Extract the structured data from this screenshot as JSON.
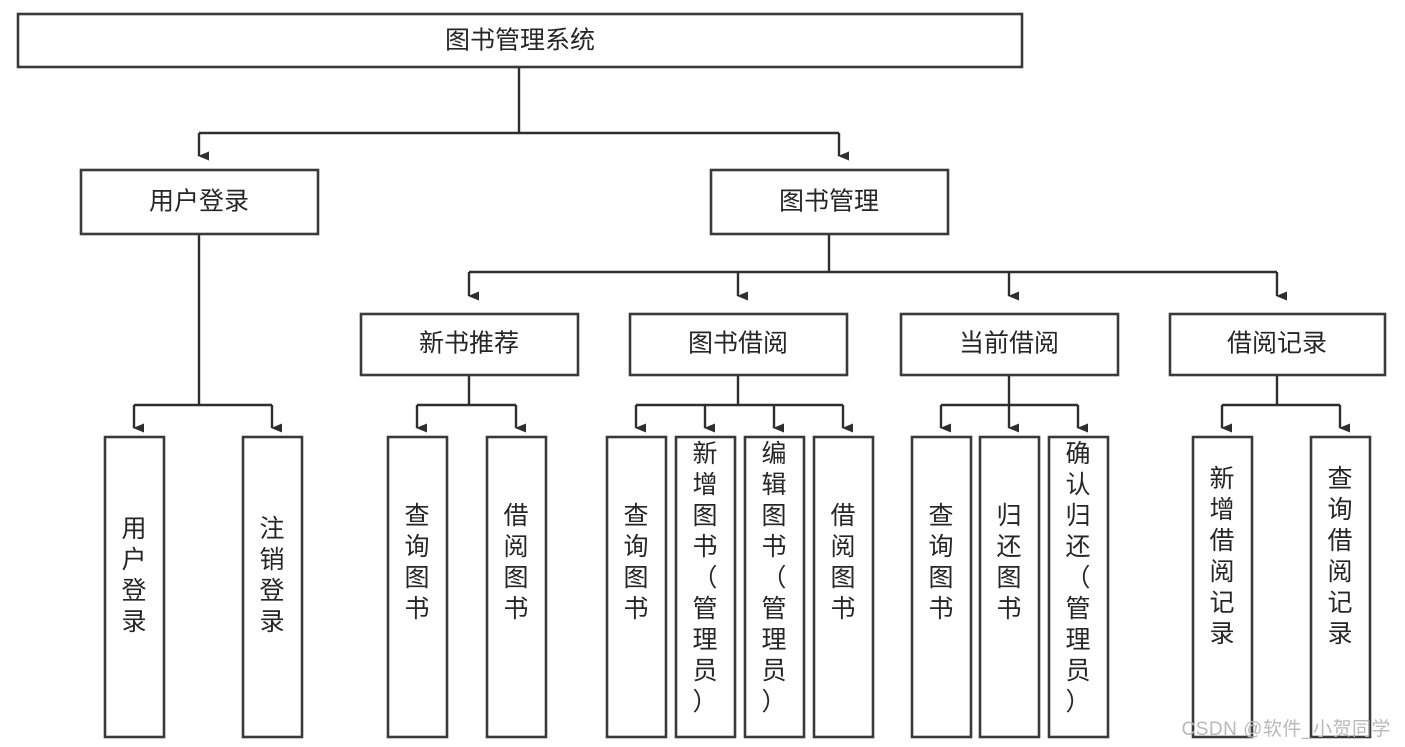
{
  "diagram": {
    "title": "图书管理系统",
    "type": "tree-hierarchy",
    "root": {
      "label": "图书管理系统"
    },
    "level2": [
      {
        "label": "用户登录"
      },
      {
        "label": "图书管理"
      }
    ],
    "level3": [
      {
        "label": "新书推荐"
      },
      {
        "label": "图书借阅"
      },
      {
        "label": "当前借阅"
      },
      {
        "label": "借阅记录"
      }
    ],
    "leaves": {
      "user_login": [
        {
          "label": "用户登录"
        },
        {
          "label": "注销登录"
        }
      ],
      "new_book_recommend": [
        {
          "label": "查询图书"
        },
        {
          "label": "借阅图书"
        }
      ],
      "book_borrow": [
        {
          "label": "查询图书"
        },
        {
          "label": "新增图书（管理员）"
        },
        {
          "label": "编辑图书（管理员）"
        },
        {
          "label": "借阅图书"
        }
      ],
      "current_borrow": [
        {
          "label": "查询图书"
        },
        {
          "label": "归还图书"
        },
        {
          "label": "确认归还（管理员）"
        }
      ],
      "borrow_record": [
        {
          "label": "新增借阅记录"
        },
        {
          "label": "查询借阅记录"
        }
      ]
    }
  },
  "watermark": {
    "text": "CSDN @软件_小贺同学"
  },
  "colors": {
    "box_border": "#3a3a3a",
    "edge": "#2e2e2e",
    "text": "#262626",
    "background": "#ffffff",
    "watermark": "#b9b9b9"
  }
}
